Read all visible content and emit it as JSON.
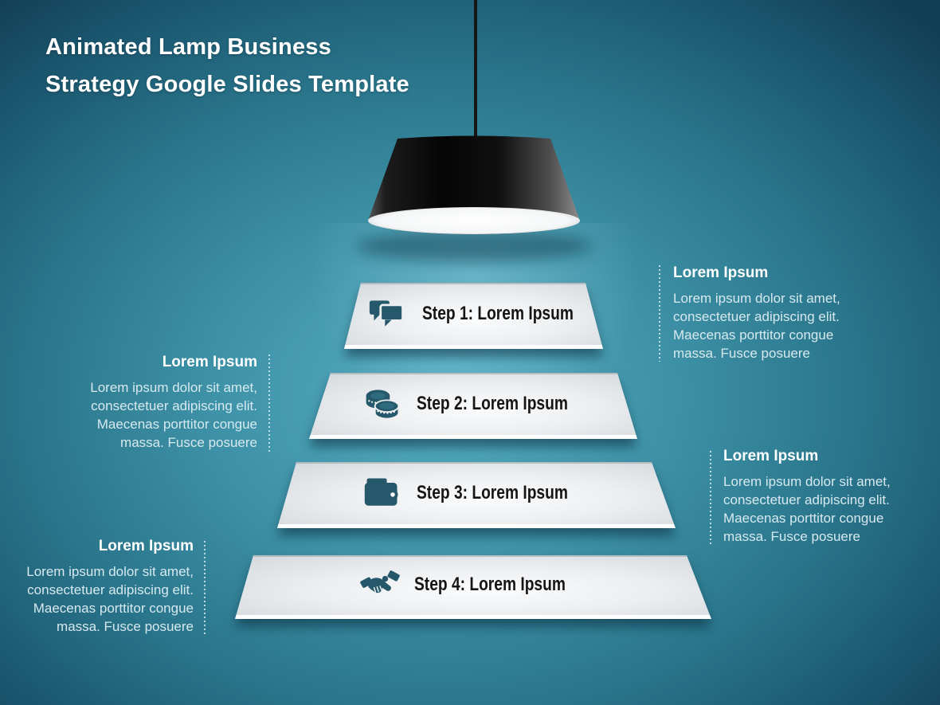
{
  "slide": {
    "title_lines": [
      "Animated Lamp Business",
      "Strategy Google Slides Template"
    ]
  },
  "steps": [
    {
      "label": "Step 1: Lorem Ipsum",
      "icon": "chat-bubbles-icon"
    },
    {
      "label": "Step 2: Lorem Ipsum",
      "icon": "coins-icon"
    },
    {
      "label": "Step 3: Lorem Ipsum",
      "icon": "wallet-icon"
    },
    {
      "label": "Step 4: Lorem Ipsum",
      "icon": "handshake-icon"
    }
  ],
  "side_blocks": [
    {
      "position": "right-of-step-1",
      "heading": "Lorem Ipsum",
      "body_lines": [
        "Lorem ipsum dolor sit amet,",
        "consectetuer adipiscing elit.",
        "Maecenas porttitor congue",
        "massa. Fusce posuere"
      ]
    },
    {
      "position": "left-of-step-2",
      "heading": "Lorem Ipsum",
      "body_lines": [
        "Lorem ipsum dolor sit amet,",
        "consectetuer adipiscing elit.",
        "Maecenas porttitor congue",
        "massa. Fusce posuere"
      ]
    },
    {
      "position": "right-of-step-3",
      "heading": "Lorem Ipsum",
      "body_lines": [
        "Lorem ipsum dolor sit amet,",
        "consectetuer adipiscing elit.",
        "Maecenas porttitor congue",
        "massa. Fusce posuere"
      ]
    },
    {
      "position": "left-of-step-4",
      "heading": "Lorem Ipsum",
      "body_lines": [
        "Lorem ipsum dolor sit amet,",
        "consectetuer adipiscing elit.",
        "Maecenas porttitor congue",
        "massa. Fusce posuere"
      ]
    }
  ],
  "colors": {
    "background_center": "#52abc0",
    "background_edge": "#113c50",
    "icon_teal": "#24586a",
    "step_face": "#eceef0",
    "step_label_text": "#151515",
    "heading_text": "#ffffff",
    "body_text": "#d7e9ef"
  }
}
